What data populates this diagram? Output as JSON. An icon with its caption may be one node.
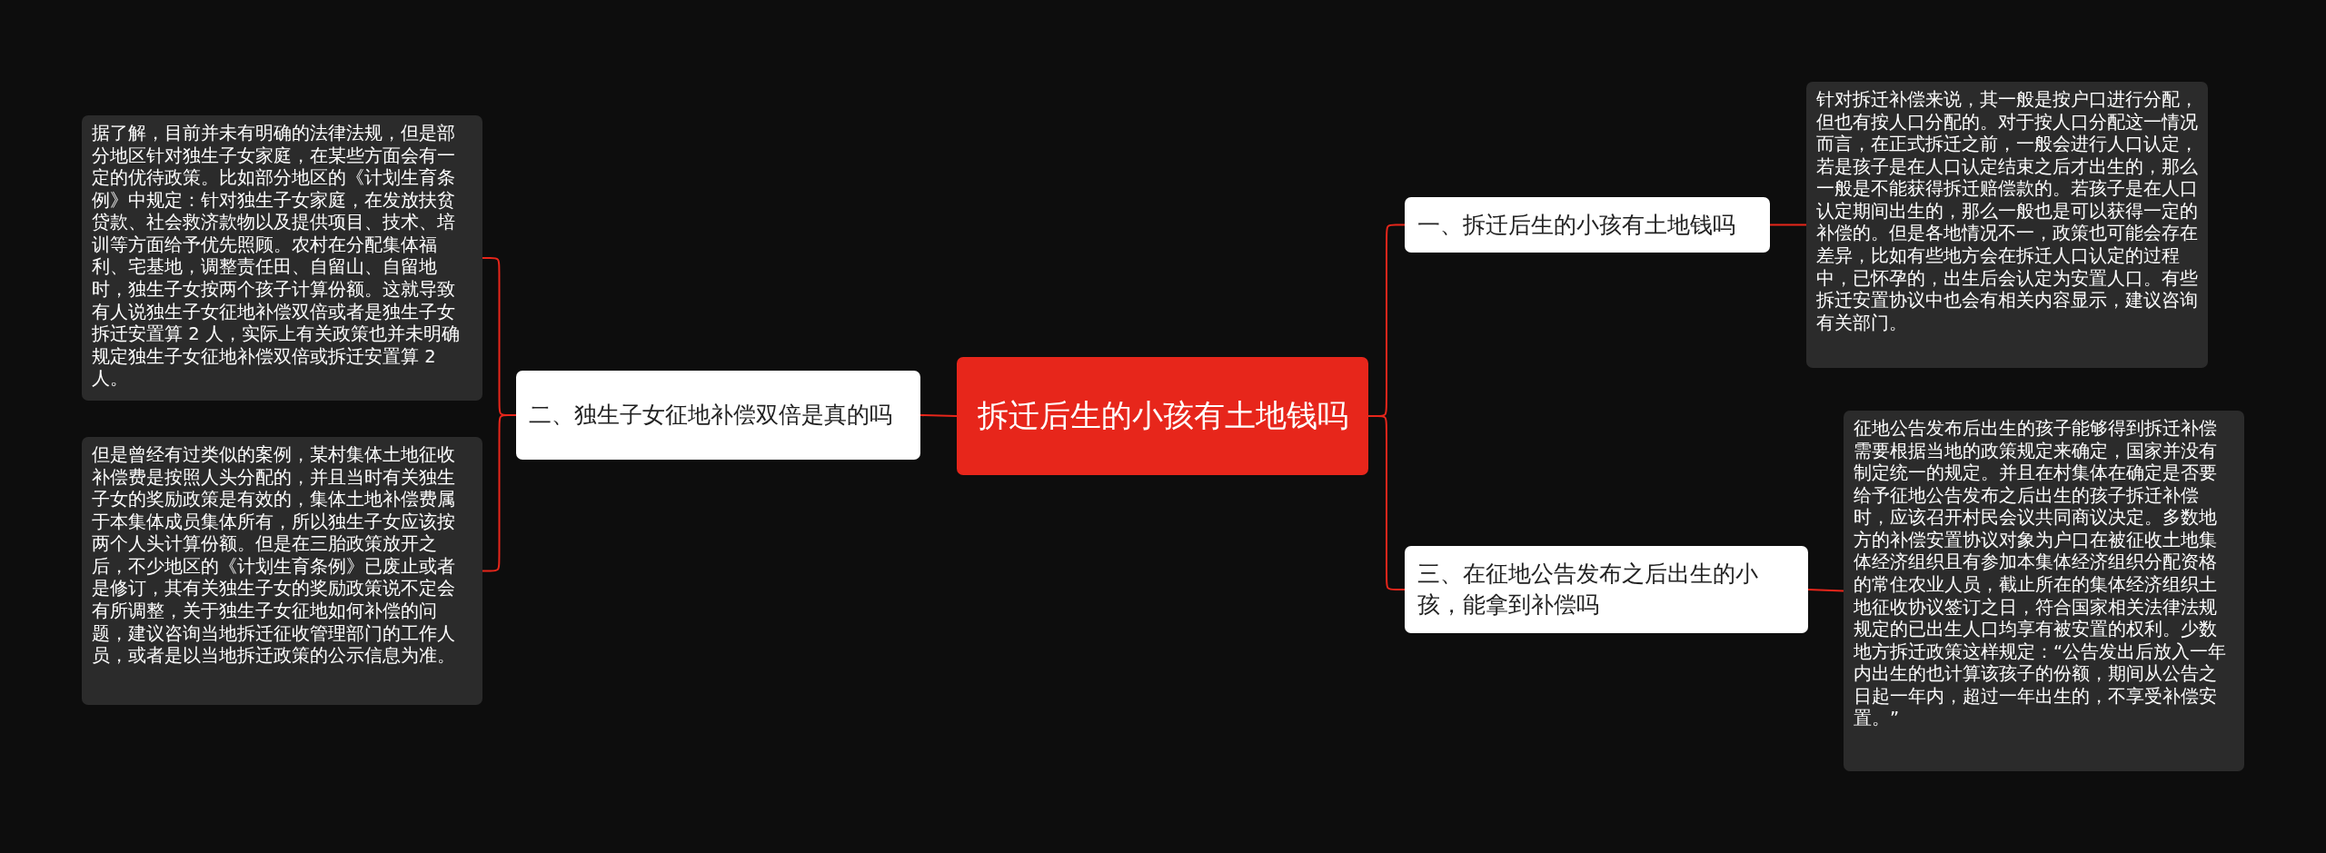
{
  "diagram": {
    "nodes": [
      {
        "text": [
          "拆迁后生的小孩有土地钱吗"
        ]
      },
      {
        "text": [
          "一、拆迁后生的小孩有土地钱吗"
        ]
      },
      {
        "text": [
          "针对拆迁补偿来说，其一般是按户口进行分配，但也有按人口分配的。对于按人口分配这一情况而言，在正式拆迁之前，一般会进行人口认定，若是孩子是在人口认定结束之后才出生的，那么一般是不能获得拆迁赔偿款的。若孩子是在人口认定期间出生的，那么一般也是可以获得一定的补偿的。但是各地情况不一，政策也可能会存在差异，比如有些地方会在拆迁人口认定的过程中，已怀孕的，出生后会认定为安置人口。有些拆迁安置协议中也会有相关内容显示，建议咨询有关部门。"
        ]
      },
      {
        "text": [
          "二、独生子女征地补偿双倍是真的吗"
        ]
      },
      {
        "text": [
          "据了解，目前并未有明确的法律法规，但是部分地区针对独生子女家庭，在某些方面会有一定的优待政策。比如部分地区的《计划生育条例》中规定：针对独生子女家庭，在发放扶贫贷款、社会救济款物以及提供项目、技术、培训等方面给予优先照顾。农村在分配集体福利、宅基地，调整责任田、自留山、自留地时，独生子女按两个孩子计算份额。这就导致有人说独生子女征地补偿双倍或者是独生子女拆迁安置算 2 人，实际上有关政策也并未明确规定独生子女征地补偿双倍或拆迁安置算 2 人。"
        ]
      },
      {
        "text": [
          "但是曾经有过类似的案例，某村集体土地征收补偿费是按照人头分配的，并且当时有关独生子女的奖励政策是有效的，集体土地补偿费属于本集体成员集体所有，所以独生子女应该按两个人头计算份额。但是在三胎政策放开之后，不少地区的《计划生育条例》已废止或者是修订，其有关独生子女的奖励政策说不定会有所调整，关于独生子女征地如何补偿的问题，建议咨询当地拆迁征收管理部门的工作人员，或者是以当地拆迁政策的公示信息为准。"
        ]
      },
      {
        "text": [
          "三、在征地公告发布之后出生的小孩，能拿到补偿吗"
        ]
      },
      {
        "text": [
          "征地公告发布后出生的孩子能够得到拆迁补偿需要根据当地的政策规定来确定，国家并没有制定统一的规定。并且在村集体在确定是否要给予征地公告发布之后出生的孩子拆迁补偿时，应该召开村民会议共同商议决定。多数地方的补偿安置协议对象为户口在被征收土地集体经济组织且有参加本集体经济组织分配资格的常住农业人员，截止所在的集体经济组织土地征收协议签订之日，符合国家相关法律法规规定的已出生人口均享有被安置的权利。少数地方拆迁政策这样规定：“公告发出后放入一年内出生的也计算该孩子的份额，期间从公告之日起一年内，超过一年出生的，不享受补偿安置。”"
        ]
      }
    ],
    "edges": [
      {
        "from": 0,
        "to": 1,
        "arrow": "none"
      },
      {
        "from": 1,
        "to": 2,
        "arrow": "none"
      },
      {
        "from": 0,
        "to": 3,
        "arrow": "none"
      },
      {
        "from": 3,
        "to": 4,
        "arrow": "none"
      },
      {
        "from": 3,
        "to": 5,
        "arrow": "none"
      },
      {
        "from": 0,
        "to": 6,
        "arrow": "none"
      },
      {
        "from": 6,
        "to": 7,
        "arrow": "none"
      }
    ]
  }
}
